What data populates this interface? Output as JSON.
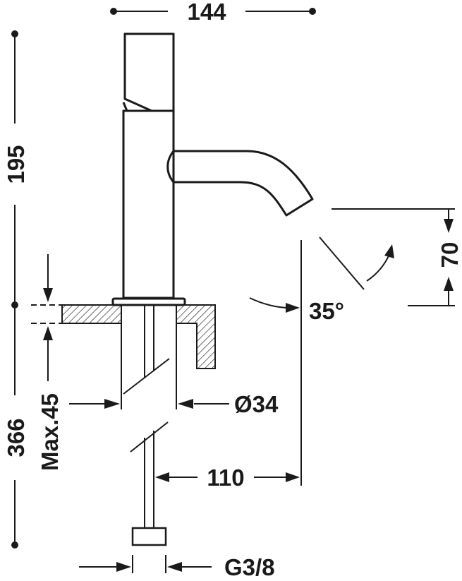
{
  "dimensions": {
    "width_top": "144",
    "height_upper": "195",
    "height_total": "366",
    "spout_drop": "70",
    "spout_angle": "35°",
    "deck_thickness": "Max.45",
    "hole_diameter": "Ø34",
    "spout_reach": "110",
    "connection": "G3/8"
  },
  "colors": {
    "line": "#1a1a1a",
    "background": "#ffffff"
  }
}
